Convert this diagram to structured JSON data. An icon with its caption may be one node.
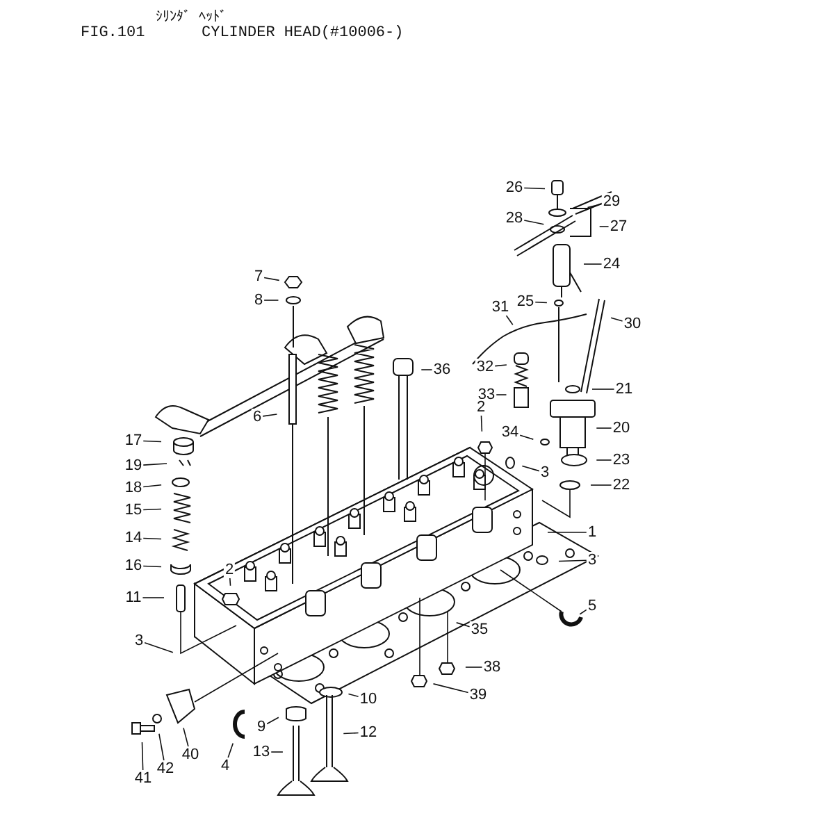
{
  "diagram": {
    "title": "CYLINDER HEAD(#10006-)",
    "labels": [
      "ｼﾘﾝﾀﾞ ﾍｯﾄﾞ",
      "FIG.101"
    ],
    "nodes": [
      {
        "text": [
          "26"
        ]
      },
      {
        "text": [
          "29"
        ]
      },
      {
        "text": [
          "28"
        ]
      },
      {
        "text": [
          "27"
        ]
      },
      {
        "text": [
          "24"
        ]
      },
      {
        "text": [
          "7"
        ]
      },
      {
        "text": [
          "8"
        ]
      },
      {
        "text": [
          "25"
        ]
      },
      {
        "text": [
          "31"
        ]
      },
      {
        "text": [
          "30"
        ]
      },
      {
        "text": [
          "36"
        ]
      },
      {
        "text": [
          "32"
        ]
      },
      {
        "text": [
          "33"
        ]
      },
      {
        "text": [
          "21"
        ]
      },
      {
        "text": [
          "6"
        ]
      },
      {
        "text": [
          "2"
        ]
      },
      {
        "text": [
          "20"
        ]
      },
      {
        "text": [
          "17"
        ]
      },
      {
        "text": [
          "34"
        ]
      },
      {
        "text": [
          "23"
        ]
      },
      {
        "text": [
          "3"
        ]
      },
      {
        "text": [
          "22"
        ]
      },
      {
        "text": [
          "19"
        ]
      },
      {
        "text": [
          "18"
        ]
      },
      {
        "text": [
          "15"
        ]
      },
      {
        "text": [
          "1"
        ]
      },
      {
        "text": [
          "14"
        ]
      },
      {
        "text": [
          "3"
        ]
      },
      {
        "text": [
          "16"
        ]
      },
      {
        "text": [
          "2"
        ]
      },
      {
        "text": [
          "11"
        ]
      },
      {
        "text": [
          "5"
        ]
      },
      {
        "text": [
          "35"
        ]
      },
      {
        "text": [
          "3"
        ]
      },
      {
        "text": [
          "38"
        ]
      },
      {
        "text": [
          "39"
        ]
      },
      {
        "text": [
          "10"
        ]
      },
      {
        "text": [
          "9"
        ]
      },
      {
        "text": [
          "12"
        ]
      },
      {
        "text": [
          "40"
        ]
      },
      {
        "text": [
          "13"
        ]
      },
      {
        "text": [
          "4"
        ]
      },
      {
        "text": [
          "42"
        ]
      },
      {
        "text": [
          "41"
        ]
      }
    ],
    "edges": [
      {
        "from": 0,
        "to": null,
        "arrow": "none"
      },
      {
        "from": 1,
        "to": null,
        "arrow": "none"
      },
      {
        "from": 2,
        "to": null,
        "arrow": "none"
      },
      {
        "from": 3,
        "to": null,
        "arrow": "none"
      },
      {
        "from": 4,
        "to": null,
        "arrow": "none"
      },
      {
        "from": 5,
        "to": null,
        "arrow": "none"
      },
      {
        "from": 6,
        "to": null,
        "arrow": "none"
      },
      {
        "from": 7,
        "to": null,
        "arrow": "none"
      },
      {
        "from": 8,
        "to": null,
        "arrow": "none"
      },
      {
        "from": 9,
        "to": null,
        "arrow": "none"
      },
      {
        "from": 10,
        "to": null,
        "arrow": "none"
      },
      {
        "from": 11,
        "to": null,
        "arrow": "none"
      },
      {
        "from": 12,
        "to": null,
        "arrow": "none"
      },
      {
        "from": 13,
        "to": null,
        "arrow": "none"
      },
      {
        "from": 14,
        "to": null,
        "arrow": "none"
      },
      {
        "from": 15,
        "to": null,
        "arrow": "none"
      },
      {
        "from": 16,
        "to": null,
        "arrow": "none"
      },
      {
        "from": 17,
        "to": null,
        "arrow": "none"
      },
      {
        "from": 18,
        "to": null,
        "arrow": "none"
      },
      {
        "from": 19,
        "to": null,
        "arrow": "none"
      },
      {
        "from": 20,
        "to": null,
        "arrow": "none"
      },
      {
        "from": 21,
        "to": null,
        "arrow": "none"
      },
      {
        "from": 22,
        "to": null,
        "arrow": "none"
      },
      {
        "from": 23,
        "to": null,
        "arrow": "none"
      },
      {
        "from": 24,
        "to": null,
        "arrow": "none"
      },
      {
        "from": 25,
        "to": null,
        "arrow": "none"
      },
      {
        "from": 26,
        "to": null,
        "arrow": "none"
      },
      {
        "from": 27,
        "to": null,
        "arrow": "none"
      },
      {
        "from": 28,
        "to": null,
        "arrow": "none"
      },
      {
        "from": 29,
        "to": null,
        "arrow": "none"
      },
      {
        "from": 30,
        "to": null,
        "arrow": "none"
      },
      {
        "from": 31,
        "to": null,
        "arrow": "none"
      },
      {
        "from": 32,
        "to": null,
        "arrow": "none"
      },
      {
        "from": 33,
        "to": null,
        "arrow": "none"
      },
      {
        "from": 34,
        "to": null,
        "arrow": "none"
      },
      {
        "from": 35,
        "to": null,
        "arrow": "none"
      },
      {
        "from": 36,
        "to": null,
        "arrow": "none"
      },
      {
        "from": 37,
        "to": null,
        "arrow": "none"
      },
      {
        "from": 38,
        "to": null,
        "arrow": "none"
      },
      {
        "from": 39,
        "to": null,
        "arrow": "none"
      },
      {
        "from": 40,
        "to": null,
        "arrow": "none"
      },
      {
        "from": 41,
        "to": null,
        "arrow": "none"
      },
      {
        "from": 42,
        "to": null,
        "arrow": "none"
      },
      {
        "from": 43,
        "to": null,
        "arrow": "none"
      }
    ]
  }
}
